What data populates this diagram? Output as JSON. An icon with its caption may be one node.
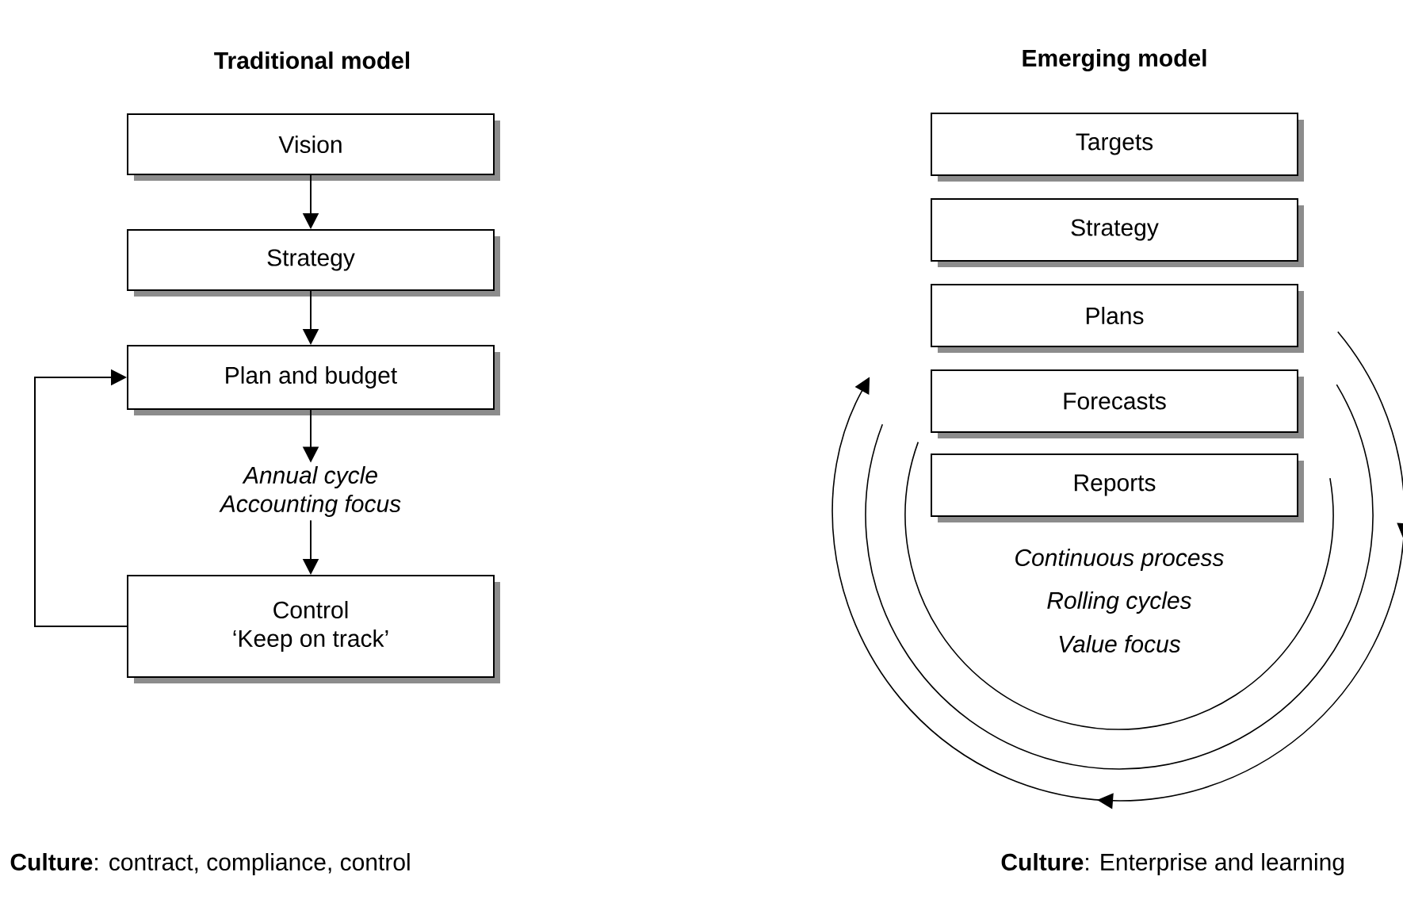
{
  "diagram": {
    "nodes": [
      {
        "text": [
          "Vision"
        ]
      },
      {
        "text": [
          "Strategy"
        ]
      },
      {
        "text": [
          "Plan and budget"
        ]
      },
      {
        "text": [
          "Annual cycle",
          "Accounting focus"
        ]
      },
      {
        "text": [
          "Control",
          "‘Keep on track’"
        ]
      },
      {
        "text": [
          "Targets"
        ]
      },
      {
        "text": [
          "Strategy"
        ]
      },
      {
        "text": [
          "Plans"
        ]
      },
      {
        "text": [
          "Forecasts"
        ]
      },
      {
        "text": [
          "Reports"
        ]
      }
    ],
    "edges": [
      {
        "from": 0,
        "to": 1,
        "arrow": "to"
      },
      {
        "from": 1,
        "to": 2,
        "arrow": "to"
      },
      {
        "from": 2,
        "to": 3,
        "arrow": "to"
      },
      {
        "from": 3,
        "to": 4,
        "arrow": "to"
      },
      {
        "from": 4,
        "to": 2,
        "arrow": "to"
      }
    ],
    "labels": [
      "Traditional model",
      "Emerging model",
      "Continuous process",
      "Rolling cycles",
      "Value focus",
      "**Culture**: contract, compliance, control",
      "**Culture**: Enterprise and learning"
    ]
  }
}
